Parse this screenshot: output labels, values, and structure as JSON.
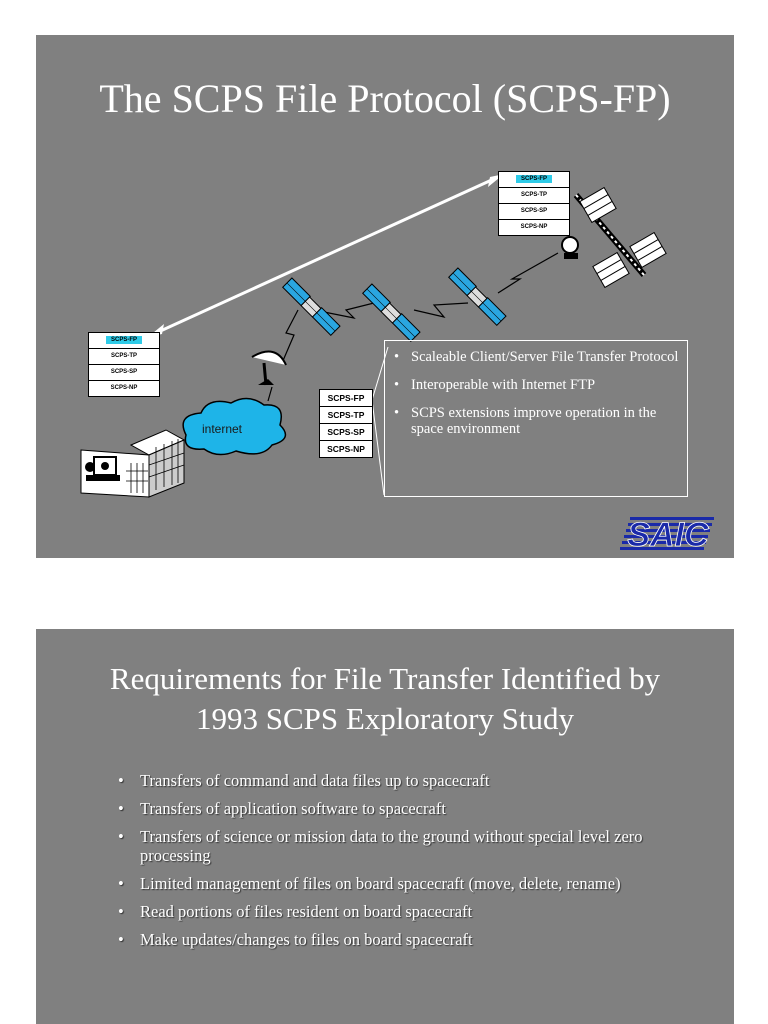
{
  "slide1": {
    "title": "The SCPS File Protocol (SCPS-FP)",
    "stack_spacecraft": [
      "SCPS-FP",
      "SCPS-TP",
      "SCPS-SP",
      "SCPS-NP"
    ],
    "stack_ground": [
      "SCPS-FP",
      "SCPS-TP",
      "SCPS-SP",
      "SCPS-NP"
    ],
    "stack_middle": [
      "SCPS-FP",
      "SCPS-TP",
      "SCPS-SP",
      "SCPS-NP"
    ],
    "cloud_label": "internet",
    "bullets": [
      "Scaleable Client/Server File Transfer Protocol",
      "Interoperable with Internet FTP",
      "SCPS extensions improve operation in the space environment"
    ],
    "logo": "SAIC",
    "colors": {
      "background": "#808080",
      "highlight": "#2ecbe8",
      "cloud": "#1eb4e8",
      "logo": "#1a2aa8"
    },
    "icons": [
      "satellite-icon",
      "space-station-icon",
      "ground-antenna-icon",
      "building-icon",
      "cloud-icon"
    ]
  },
  "slide2": {
    "title_line1": "Requirements for File Transfer Identified by",
    "title_line2": "1993 SCPS Exploratory Study",
    "items": [
      "Transfers of command and data files up to spacecraft",
      "Transfers of  application software to spacecraft",
      "Transfers of  science or mission data to the ground without special level  zero processing",
      "Limited management of files on board spacecraft (move, delete, rename)",
      "Read portions of files resident on board spacecraft",
      "Make updates/changes to files on board spacecraft"
    ]
  }
}
